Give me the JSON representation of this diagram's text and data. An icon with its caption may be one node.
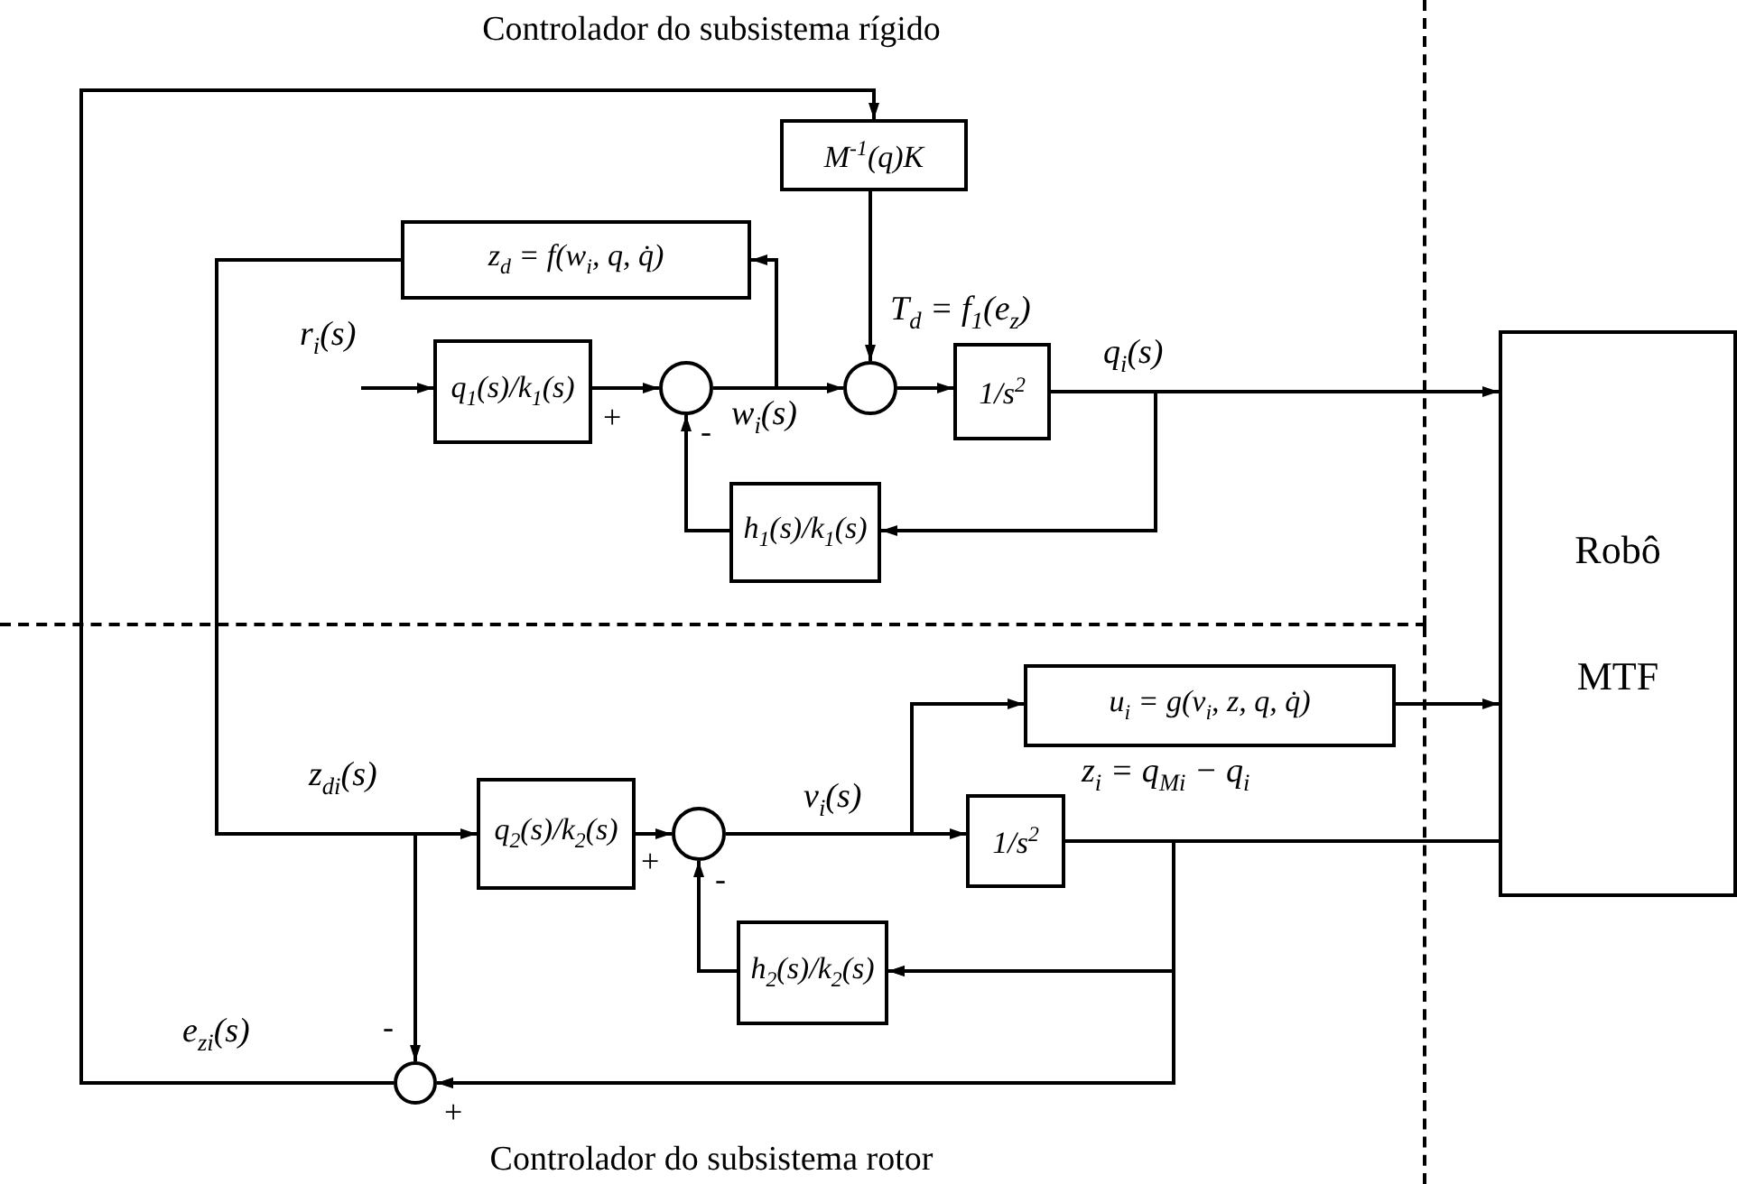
{
  "diagram": {
    "nodes": [
      {
        "text": [
          "Controlador do subsistema rígido"
        ]
      },
      {
        "text": [
          "M$^{-1}$(q)K"
        ],
        "in": 0
      },
      {
        "text": [
          "z$_{d}$ = f(w$_{i}$, q, q̇)"
        ],
        "in": 0
      },
      {
        "text": [
          "q$_{1}$(s)/k$_{1}$(s)"
        ],
        "in": 0
      },
      {
        "text": [],
        "shape": "circle",
        "in": 0
      },
      {
        "text": [],
        "shape": "circle",
        "in": 0
      },
      {
        "text": [
          "1/s$^{2}$"
        ],
        "in": 0
      },
      {
        "text": [
          "h$_{1}$(s)/k$_{1}$(s)"
        ],
        "in": 0
      },
      {
        "text": [
          "Robô MTF"
        ]
      },
      {
        "text": [
          "Controlador do subsistema rotor"
        ]
      },
      {
        "text": [
          "u$_{i}$ = g(v$_{i}$, z, q, q̇)"
        ],
        "in": 9
      },
      {
        "text": [
          "q$_{2}$(s)/k$_{2}$(s)"
        ],
        "in": 9
      },
      {
        "text": [],
        "shape": "circle",
        "in": 9
      },
      {
        "text": [
          "1/s$^{2}$"
        ],
        "in": 9
      },
      {
        "text": [
          "h$_{2}$(s)/k$_{2}$(s)"
        ],
        "in": 9
      },
      {
        "text": [],
        "shape": "circle",
        "in": 9
      }
    ],
    "edges": [
      {
        "from": null,
        "to": 3,
        "arrow": "to",
        "label": "r$_{i}$(s)"
      },
      {
        "from": 3,
        "to": 4,
        "arrow": "to",
        "label": "+"
      },
      {
        "from": 4,
        "to": 5,
        "arrow": "to",
        "label": "w$_{i}$(s)"
      },
      {
        "from": 4,
        "to": 2,
        "arrow": "to"
      },
      {
        "from": 1,
        "to": 5,
        "arrow": "to",
        "label": "T$_{d}$ = f$_{1}$(e$_{z}$)"
      },
      {
        "from": 5,
        "to": 6,
        "arrow": "to"
      },
      {
        "from": 6,
        "to": 8,
        "arrow": "to",
        "label": "q$_{i}$(s)"
      },
      {
        "from": 6,
        "to": 7,
        "arrow": "to"
      },
      {
        "from": 7,
        "to": 4,
        "arrow": "to",
        "label": "-"
      },
      {
        "from": 2,
        "to": 11,
        "arrow": "to",
        "label": "z$_{di}$(s)"
      },
      {
        "from": 2,
        "to": 15,
        "arrow": "to",
        "label": "-"
      },
      {
        "from": 11,
        "to": 12,
        "arrow": "to",
        "label": "+"
      },
      {
        "from": 12,
        "to": 10,
        "arrow": "to"
      },
      {
        "from": 12,
        "to": 13,
        "arrow": "to",
        "label": "v$_{i}$(s)"
      },
      {
        "from": 10,
        "to": 8,
        "arrow": "to"
      },
      {
        "from": 14,
        "to": 12,
        "arrow": "to",
        "label": "-"
      },
      {
        "from": 8,
        "to": 14,
        "arrow": "to",
        "label": "z$_{i}$ = q$_{Mi}$ − q$_{i}$"
      },
      {
        "from": 8,
        "to": 15,
        "arrow": "to",
        "label": "+"
      },
      {
        "from": 13,
        "to": 14,
        "arrow": "to"
      },
      {
        "from": 13,
        "to": 15,
        "arrow": "to"
      },
      {
        "from": 15,
        "to": 1,
        "arrow": "to",
        "label": "e$_{zi}$(s)"
      }
    ]
  }
}
